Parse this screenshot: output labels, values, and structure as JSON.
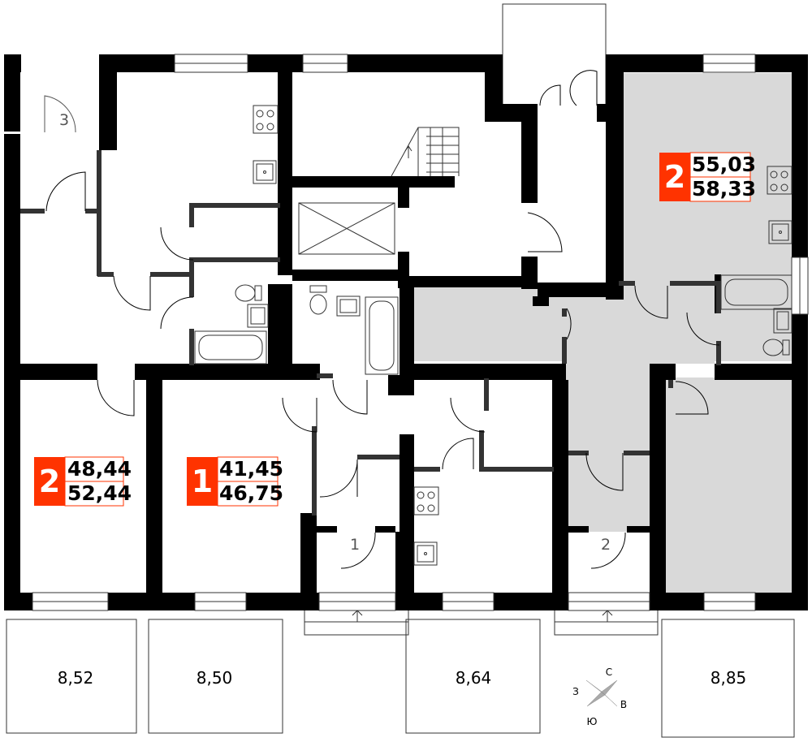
{
  "colors": {
    "wall": "#000000",
    "partition": "#333333",
    "shade": "#d9d9d9",
    "badge": "#ff3300"
  },
  "apartments": [
    {
      "id": "left",
      "rooms": "2",
      "area_living": "48,44",
      "area_total": "52,44"
    },
    {
      "id": "center",
      "rooms": "1",
      "area_living": "41,45",
      "area_total": "46,75"
    },
    {
      "id": "right",
      "rooms": "2",
      "area_living": "55,03",
      "area_total": "58,33"
    }
  ],
  "entrances": [
    "1",
    "2",
    "3"
  ],
  "terraces": [
    "8,52",
    "8,50",
    "8,64",
    "8,85"
  ],
  "compass": {
    "north": "С",
    "east": "В",
    "south": "Ю",
    "west": "З"
  }
}
